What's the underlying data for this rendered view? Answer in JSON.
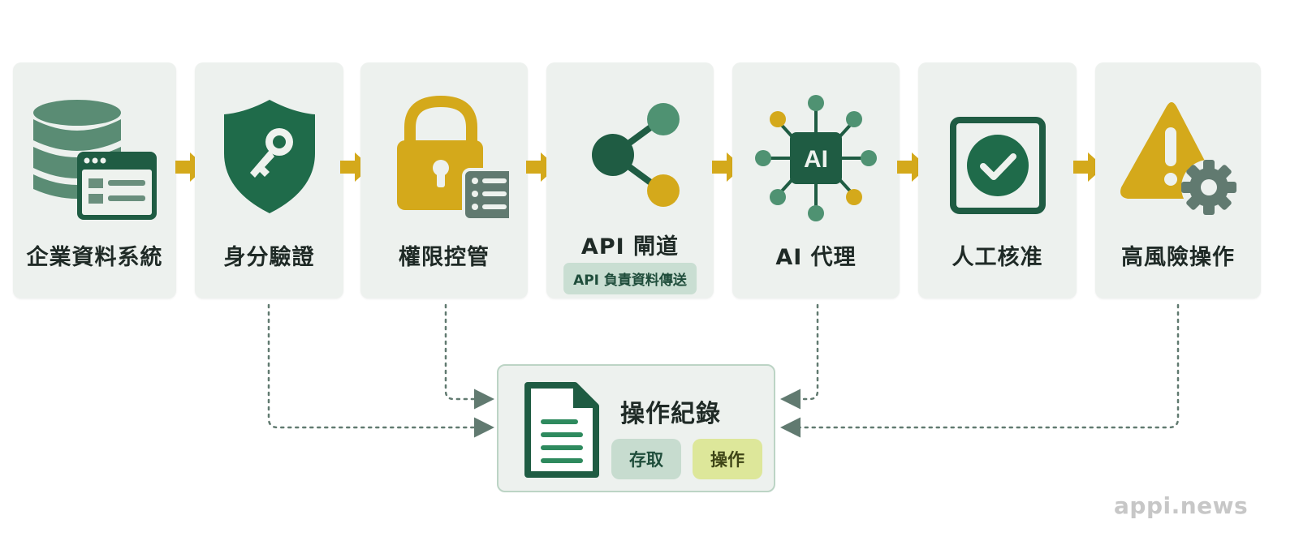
{
  "colors": {
    "dark_green": "#1f6b4a",
    "mid_green": "#5a9a7c",
    "gray_green": "#617a70",
    "gold": "#d4a91b",
    "card_bg": "#edf1ee"
  },
  "steps": [
    {
      "label": "企業資料系統",
      "icon": "database-icon"
    },
    {
      "label": "身分驗證",
      "icon": "shield-key-icon"
    },
    {
      "label": "權限控管",
      "icon": "padlock-list-icon"
    },
    {
      "label": "API 閘道",
      "icon": "share-nodes-icon",
      "badge": "API 負責資料傳送"
    },
    {
      "label": "AI 代理",
      "icon": "ai-chip-icon",
      "chip_text": "AI"
    },
    {
      "label": "人工核准",
      "icon": "checkbox-icon"
    },
    {
      "label": "高風險操作",
      "icon": "warning-gear-icon"
    }
  ],
  "log": {
    "title": "操作紀錄",
    "icon": "document-icon",
    "tags": [
      "存取",
      "操作"
    ]
  },
  "watermark": "appi.news"
}
